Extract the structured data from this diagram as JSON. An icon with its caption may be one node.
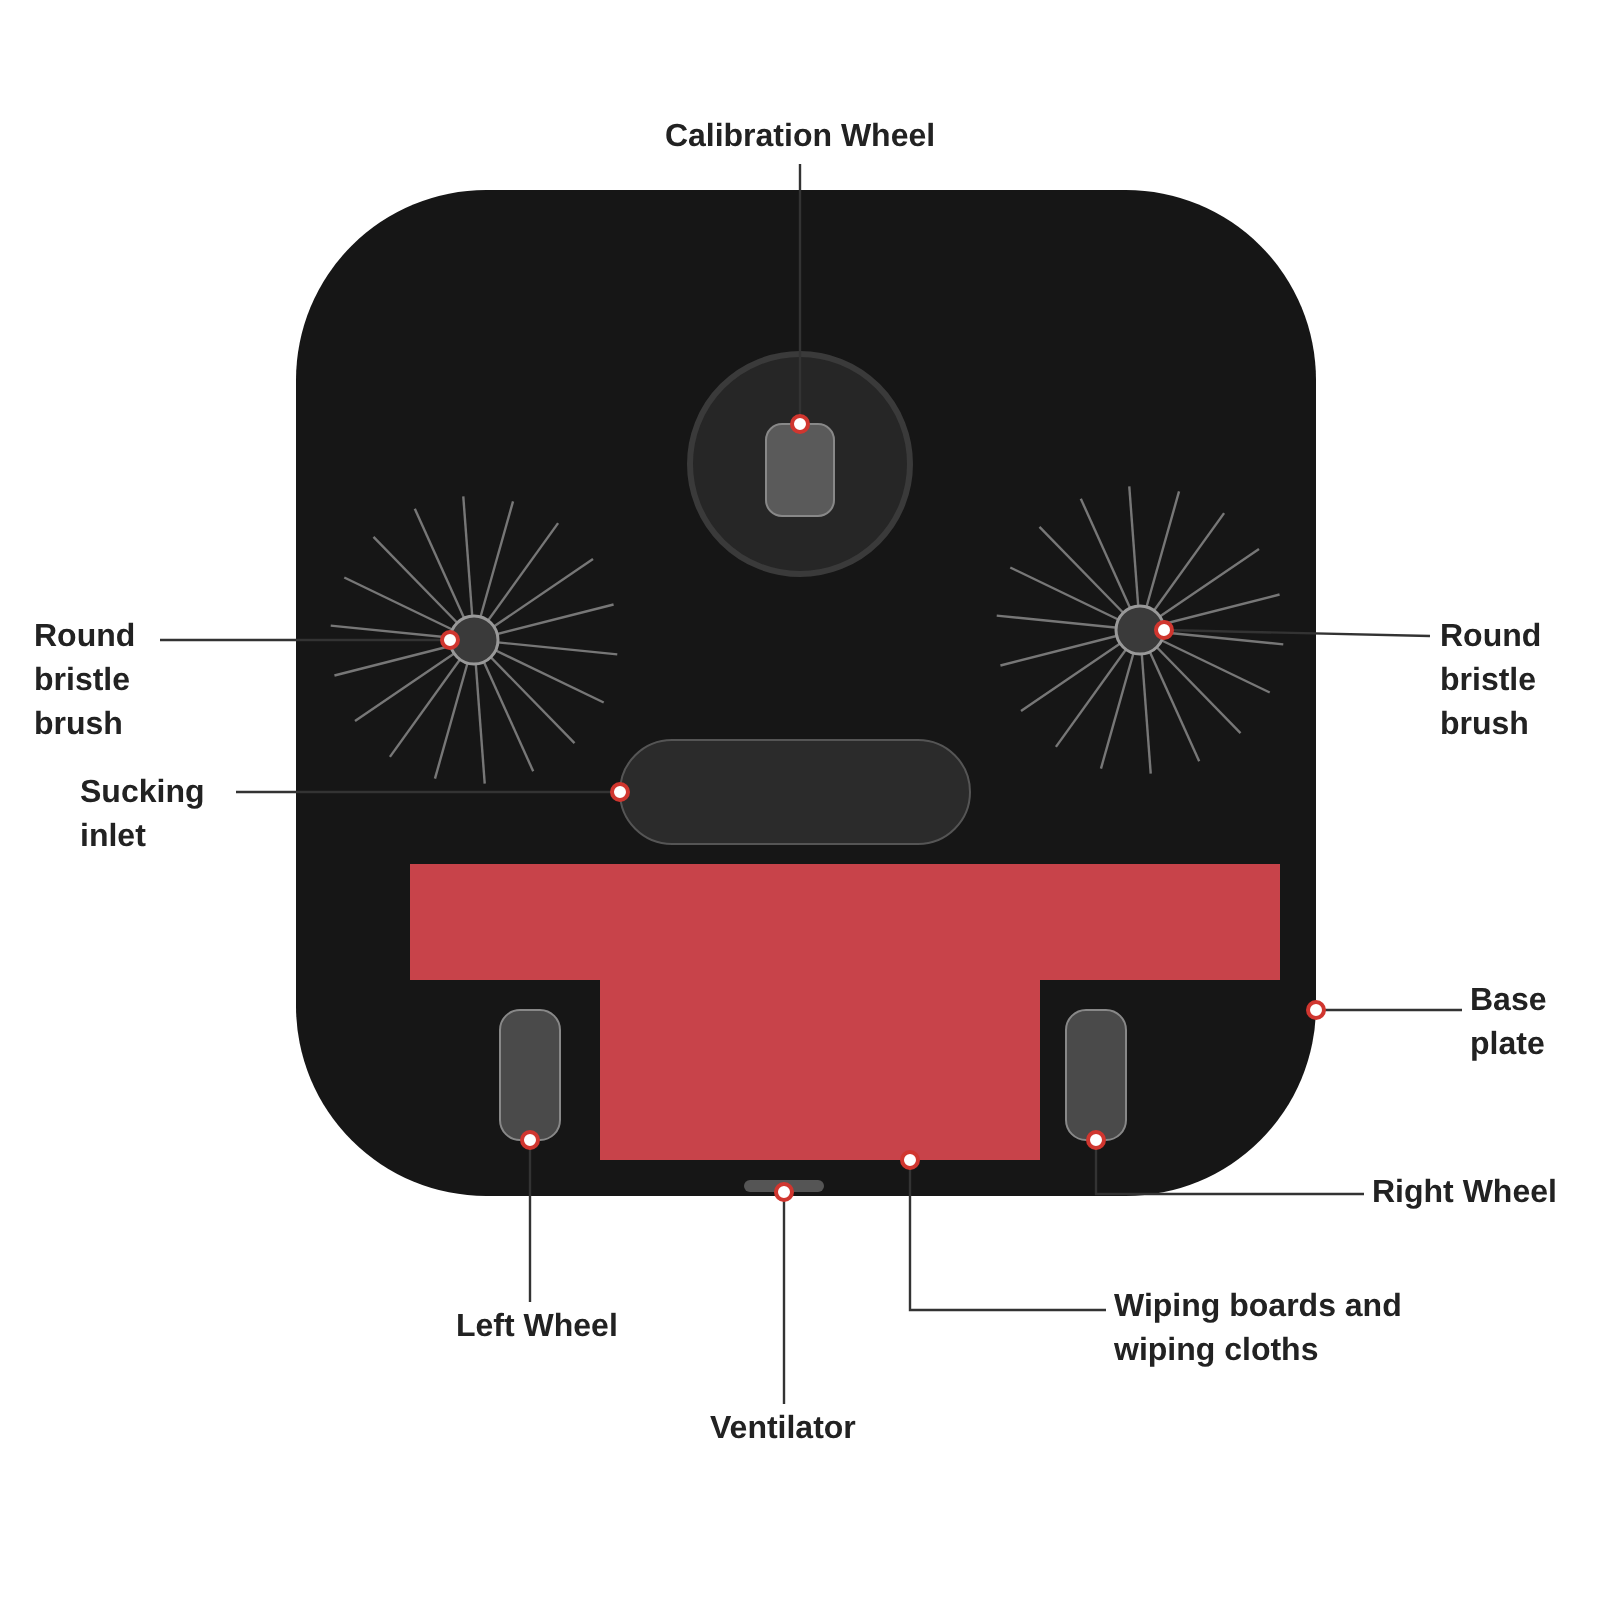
{
  "diagram": {
    "nodes": [
      {
        "text": [
          "Calibration Wheel"
        ]
      },
      {
        "text": [],
        "shape": "picture"
      },
      {
        "text": [],
        "shape": "box",
        "in": 1
      },
      {
        "text": [
          "Round bristle brush"
        ]
      },
      {
        "text": [
          "Round bristle brush"
        ]
      },
      {
        "text": [],
        "shape": "picture",
        "in": 1
      },
      {
        "text": [],
        "shape": "picture",
        "in": 1
      },
      {
        "text": [
          "Sucking inlet"
        ]
      },
      {
        "text": [],
        "shape": "box",
        "in": 1
      },
      {
        "text": [
          "Base plate"
        ]
      },
      {
        "text": [],
        "shape": "box",
        "in": 1
      },
      {
        "text": [],
        "shape": "picture",
        "in": 1
      },
      {
        "text": [],
        "shape": "box",
        "in": 1
      },
      {
        "text": [
          "Right Wheel"
        ]
      },
      {
        "text": [
          "Left Wheel"
        ]
      },
      {
        "text": [
          "Wiping boards and wiping cloths"
        ]
      },
      {
        "text": [],
        "shape": "box",
        "in": 1
      },
      {
        "text": [
          "Ventilator"
        ]
      }
    ],
    "edges": [
      {
        "from": 0,
        "to": 2,
        "arrow": "other"
      },
      {
        "from": 3,
        "to": 5,
        "arrow": "other"
      },
      {
        "from": 4,
        "to": 6,
        "arrow": "other"
      },
      {
        "from": 7,
        "to": 8,
        "arrow": "other"
      },
      {
        "from": 9,
        "to": 1,
        "arrow": "other"
      },
      {
        "from": 13,
        "to": 12,
        "arrow": "other"
      },
      {
        "from": 14,
        "to": 10,
        "arrow": "other"
      },
      {
        "from": 15,
        "to": 11,
        "arrow": "other"
      },
      {
        "from": 17,
        "to": 16,
        "arrow": "other"
      }
    ]
  }
}
